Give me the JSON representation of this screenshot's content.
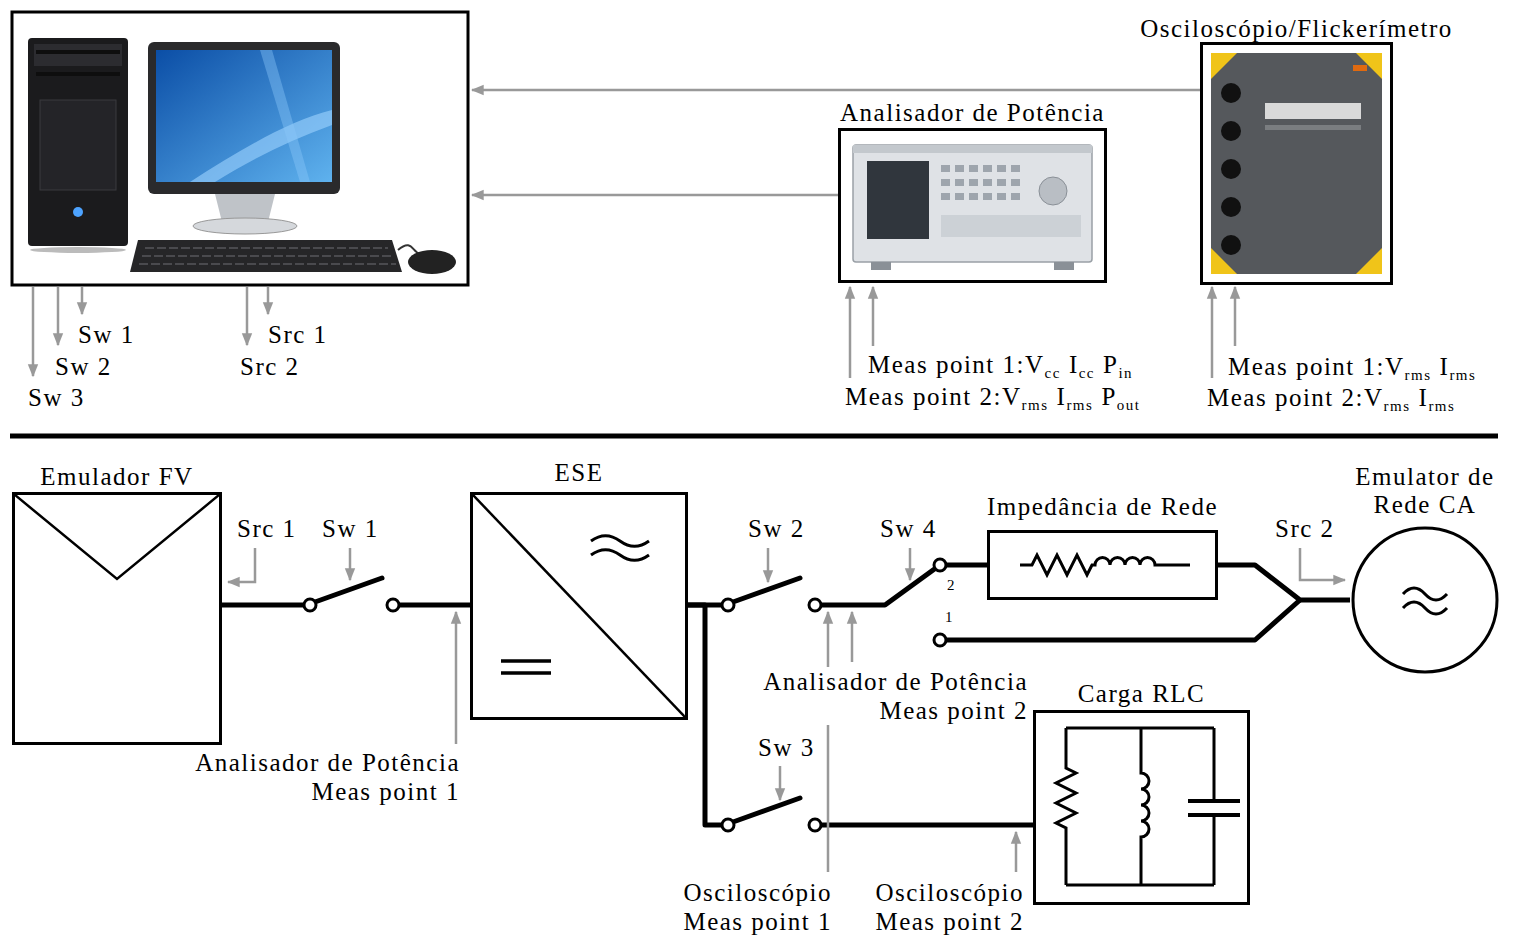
{
  "diagram": {
    "nodes": [
      {
        "text": [
          "Analisador de Potência"
        ]
      },
      {
        "text": [
          "Osciloscópio/Flickerímetro"
        ]
      },
      {
        "text": [
          "Emulador FV"
        ]
      },
      {
        "text": [
          "ESE"
        ]
      },
      {
        "text": [
          "Impedância de Rede"
        ]
      },
      {
        "text": [
          "Emulator de Rede CA"
        ]
      },
      {
        "text": [
          "Carga RLC"
        ]
      }
    ],
    "edges": [
      {
        "from": 2,
        "to": 3,
        "arrow": "none"
      },
      {
        "from": 3,
        "to": 4,
        "arrow": "none"
      },
      {
        "from": 4,
        "to": 5,
        "arrow": "none"
      },
      {
        "from": 3,
        "to": 6,
        "arrow": "none"
      }
    ],
    "labels": [
      "Sw 1",
      "Sw 2",
      "Sw 3",
      "Src 1",
      "Src 2",
      "Meas point 1:V",
      "cc",
      "I",
      "cc",
      "P",
      "in",
      "Meas point 2:V",
      "rms",
      "I",
      "rms",
      "P",
      "out",
      "Meas point 1:V",
      "rms",
      "I",
      "rms",
      "Meas point 2:V",
      "rms",
      "I",
      "rms",
      "Src 1",
      "Sw 1",
      "Analisador de Potência Meas point 1",
      "Sw 2",
      "Sw 4",
      "2",
      "1",
      "Src 2",
      "Analisador de Potência Meas point 2",
      "Sw 3",
      "Osciloscópio Meas point 1",
      "Osciloscópio Meas point 2"
    ]
  }
}
